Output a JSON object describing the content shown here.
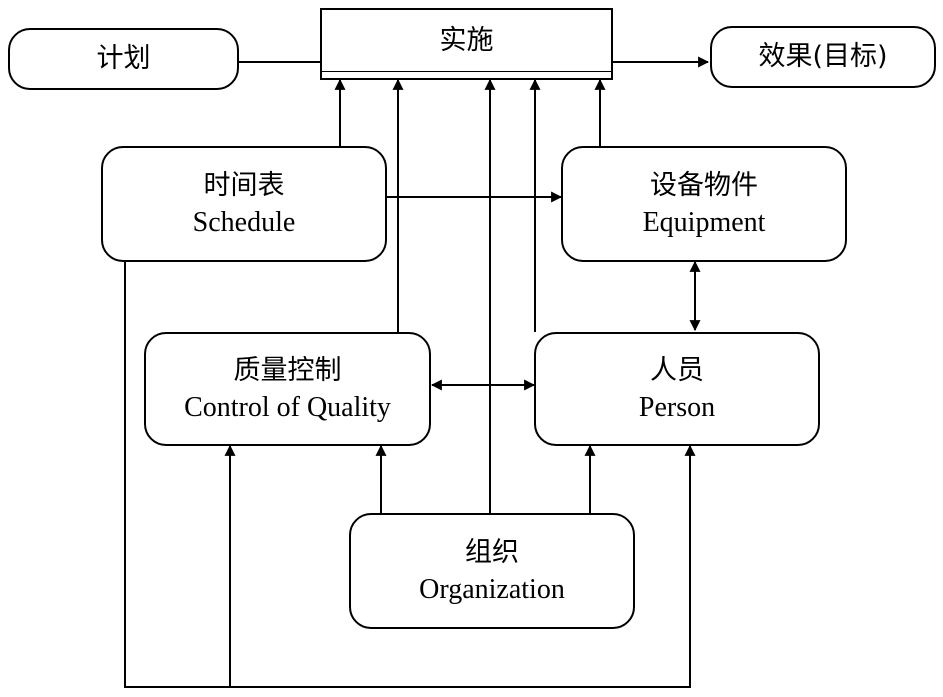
{
  "nodes": {
    "plan": {
      "zh": "计划"
    },
    "implementation": {
      "zh": "实施"
    },
    "effect": {
      "zh": "效果(目标)"
    },
    "schedule": {
      "zh": "时间表",
      "en": "Schedule"
    },
    "equipment": {
      "zh": "设备物件",
      "en": "Equipment"
    },
    "quality": {
      "zh": "质量控制",
      "en": "Control of Quality"
    },
    "person": {
      "zh": "人员",
      "en": "Person"
    },
    "organization": {
      "zh": "组织",
      "en": "Organization"
    }
  }
}
